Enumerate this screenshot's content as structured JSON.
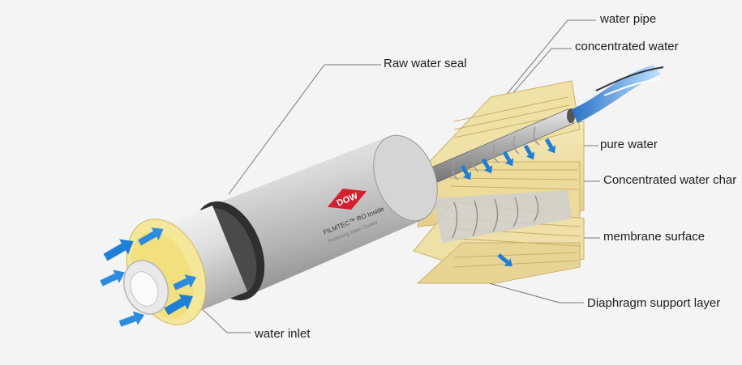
{
  "diagram": {
    "brand": {
      "logo_text": "DOW",
      "product_line": "FILMTEC™ RO Inside",
      "tagline": "Perfecting Water Quality"
    },
    "labels": {
      "water_pipe": "water pipe",
      "concentrated_water": "concentrated water",
      "raw_water_seal": "Raw water seal",
      "pure_water": "pure water",
      "concentrated_water_channel": "Concentrated water char",
      "membrane_surface": "membrane surface",
      "diaphragm_support_layer": "Diaphragm support layer",
      "water_inlet": "water inlet"
    },
    "colors": {
      "flow_arrow": "#1e7fd8",
      "membrane": "#efe0a8",
      "housing": "#c9c9c9",
      "seal_ring": "#3a3a3a",
      "logo_red": "#d81e2c"
    }
  }
}
